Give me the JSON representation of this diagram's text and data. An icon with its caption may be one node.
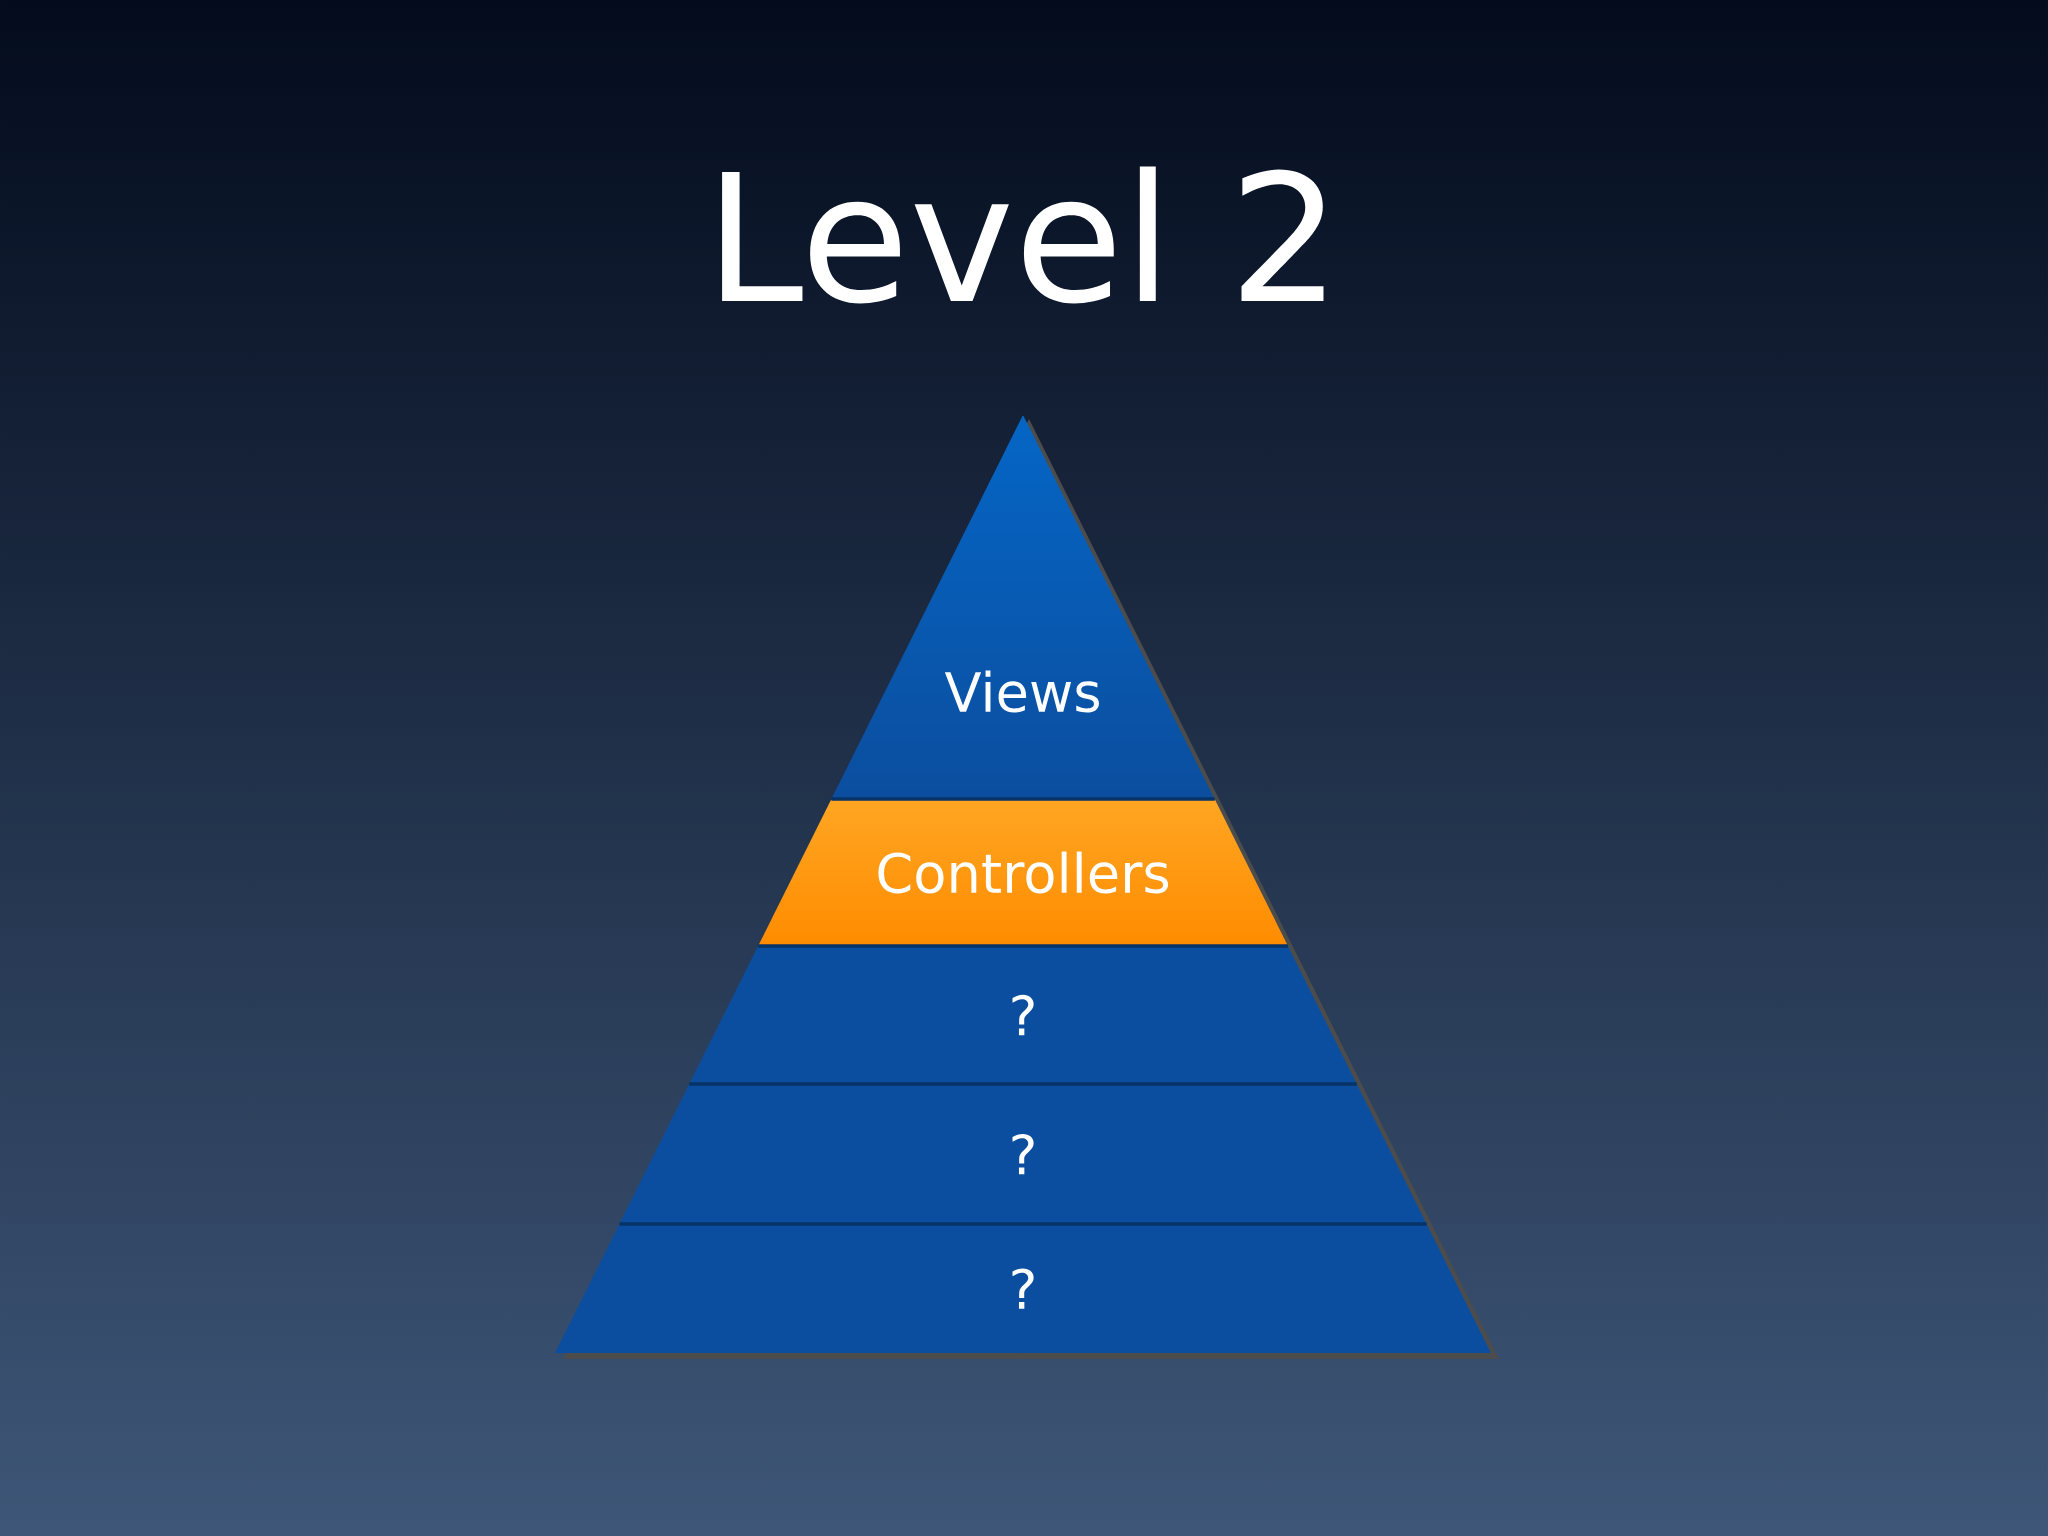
{
  "diagram": {
    "title": "Level 2",
    "nodes": [
      {
        "text": [
          "Views"
        ]
      },
      {
        "text": [
          "Controllers"
        ]
      },
      {
        "text": [
          "?"
        ]
      },
      {
        "text": [
          "?"
        ]
      },
      {
        "text": [
          "?"
        ]
      }
    ]
  }
}
